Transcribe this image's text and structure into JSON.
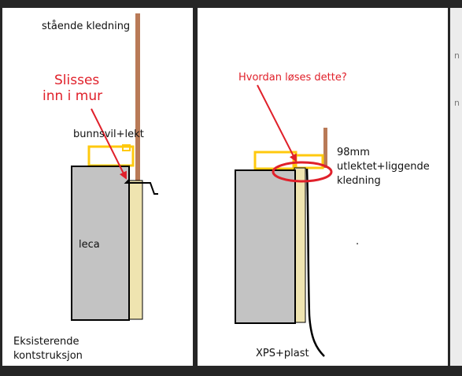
{
  "colors": {
    "frame": "#262626",
    "panel": "#ffffff",
    "outline": "#000000",
    "leca": "#c3c3c3",
    "xps": "#efe4b0",
    "wood": "#b97a57",
    "batten": "#ffc90e",
    "annotation": "#e0202a",
    "text": "#111111"
  },
  "left_panel": {
    "label_cladding": "stående kledning",
    "label_slot_line1": "Slisses",
    "label_slot_line2": "inn i mur",
    "label_sill": "bunnsvil+lekt",
    "label_leca": "leca",
    "caption_line1": "Eksisterende",
    "caption_line2": "kontstruksjon"
  },
  "right_panel": {
    "question": "Hvordan løses dette?",
    "label_line1": "98mm",
    "label_line2": "utlektet+liggende",
    "label_line3": "kledning",
    "label_xps": "XPS+plast",
    "dot": "."
  },
  "edge_fragments": [
    "n",
    "n"
  ]
}
